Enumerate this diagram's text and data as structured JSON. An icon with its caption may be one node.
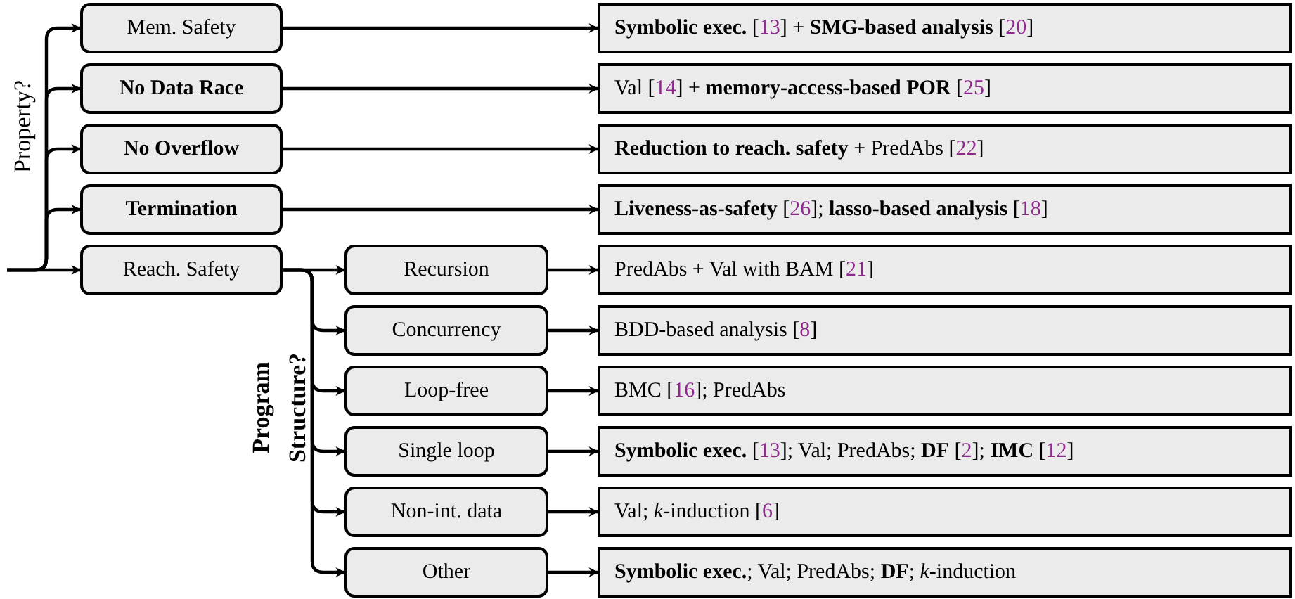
{
  "diagram": {
    "nodes": [
      {
        "text": [
          "Mem. Safety"
        ]
      },
      {
        "text": [
          "**No Data Race**"
        ]
      },
      {
        "text": [
          "**No Overflow**"
        ]
      },
      {
        "text": [
          "**Termination**"
        ]
      },
      {
        "text": [
          "Reach. Safety"
        ]
      },
      {
        "text": [
          "Recursion"
        ]
      },
      {
        "text": [
          "Concurrency"
        ]
      },
      {
        "text": [
          "Loop-free"
        ]
      },
      {
        "text": [
          "Single loop"
        ]
      },
      {
        "text": [
          "Non-int. data"
        ]
      },
      {
        "text": [
          "Other"
        ]
      },
      {
        "text": [
          "**Symbolic exec.** [13] + **SMG-based analysis** [20]"
        ]
      },
      {
        "text": [
          "Val [14] + **memory-access-based POR** [25]"
        ]
      },
      {
        "text": [
          "**Reduction to reach. safety** + PredAbs [22]"
        ]
      },
      {
        "text": [
          "**Liveness-as-safety** [26]; **lasso-based analysis** [18]"
        ]
      },
      {
        "text": [
          "PredAbs + Val with BAM [21]"
        ]
      },
      {
        "text": [
          "BDD-based analysis [8]"
        ]
      },
      {
        "text": [
          "BMC [16]; PredAbs"
        ]
      },
      {
        "text": [
          "**Symbolic exec.** [13]; Val; PredAbs; **DF** [2]; **IMC** [12]"
        ]
      },
      {
        "text": [
          "Val; *k*-induction [6]"
        ]
      },
      {
        "text": [
          "**Symbolic exec.**; Val; PredAbs; **DF**; *k*-induction"
        ]
      }
    ],
    "edges": [
      {
        "from": null,
        "to": 0,
        "arrow": "to"
      },
      {
        "from": null,
        "to": 1,
        "arrow": "to"
      },
      {
        "from": null,
        "to": 2,
        "arrow": "to"
      },
      {
        "from": null,
        "to": 3,
        "arrow": "to"
      },
      {
        "from": null,
        "to": 4,
        "arrow": "to"
      },
      {
        "from": 4,
        "to": 5,
        "arrow": "to"
      },
      {
        "from": 4,
        "to": 6,
        "arrow": "to"
      },
      {
        "from": 4,
        "to": 7,
        "arrow": "to"
      },
      {
        "from": 4,
        "to": 8,
        "arrow": "to"
      },
      {
        "from": 4,
        "to": 9,
        "arrow": "to"
      },
      {
        "from": 4,
        "to": 10,
        "arrow": "to"
      },
      {
        "from": 0,
        "to": 11,
        "arrow": "to"
      },
      {
        "from": 1,
        "to": 12,
        "arrow": "to"
      },
      {
        "from": 2,
        "to": 13,
        "arrow": "to"
      },
      {
        "from": 3,
        "to": 14,
        "arrow": "to"
      },
      {
        "from": 5,
        "to": 15,
        "arrow": "to"
      },
      {
        "from": 6,
        "to": 16,
        "arrow": "to"
      },
      {
        "from": 7,
        "to": 17,
        "arrow": "to"
      },
      {
        "from": 8,
        "to": 18,
        "arrow": "to"
      },
      {
        "from": 9,
        "to": 19,
        "arrow": "to"
      },
      {
        "from": 10,
        "to": 20,
        "arrow": "to"
      }
    ],
    "labels": [
      "Property?",
      "Program Structure?"
    ]
  }
}
